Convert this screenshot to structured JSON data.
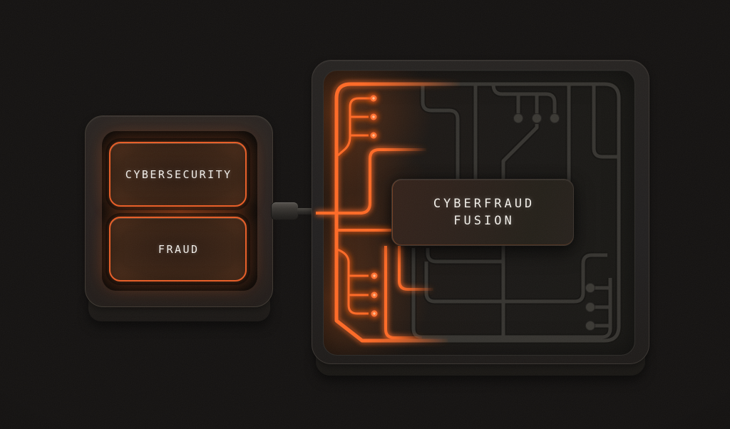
{
  "device": {
    "buttons": [
      {
        "label": "CYBERSECURITY"
      },
      {
        "label": "FRAUD"
      }
    ]
  },
  "board": {
    "chip": {
      "line1": "CYBERFRAUD",
      "line2": "FUSION"
    }
  },
  "colors": {
    "accent_orange": "#ff6a26",
    "glow_orange": "#e8500e",
    "trace_gray": "#363430",
    "board_background": "#1a1816",
    "panel_background": "#232120",
    "page_background": "#141211",
    "text": "#f1eee9"
  },
  "icons": {
    "orange_node_dot": "●",
    "gray_node_dot": "●"
  }
}
